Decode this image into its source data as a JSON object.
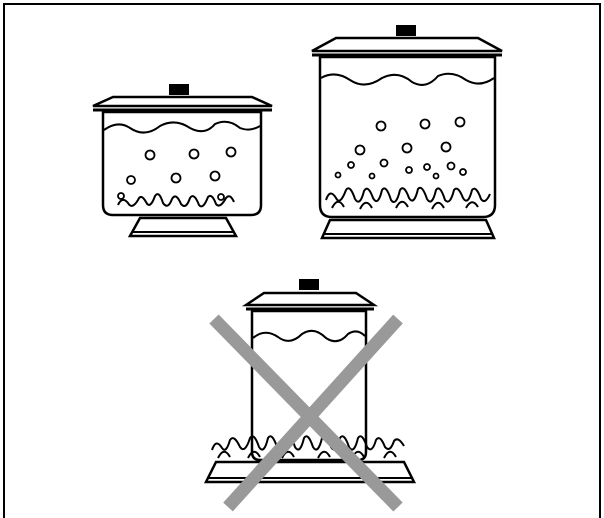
{
  "figure": {
    "panels": [
      {
        "id": "small-pot-correct",
        "status": "correct"
      },
      {
        "id": "large-pot-correct",
        "status": "correct"
      },
      {
        "id": "tall-narrow-pot-incorrect",
        "status": "incorrect"
      }
    ]
  },
  "colors": {
    "line": "#000000",
    "background": "#ffffff",
    "prohibited_cross": "#999999"
  },
  "icons": {
    "prohibited": "cross-mark-icon",
    "steam": "bubble-icon",
    "flame": "flame-icon"
  }
}
